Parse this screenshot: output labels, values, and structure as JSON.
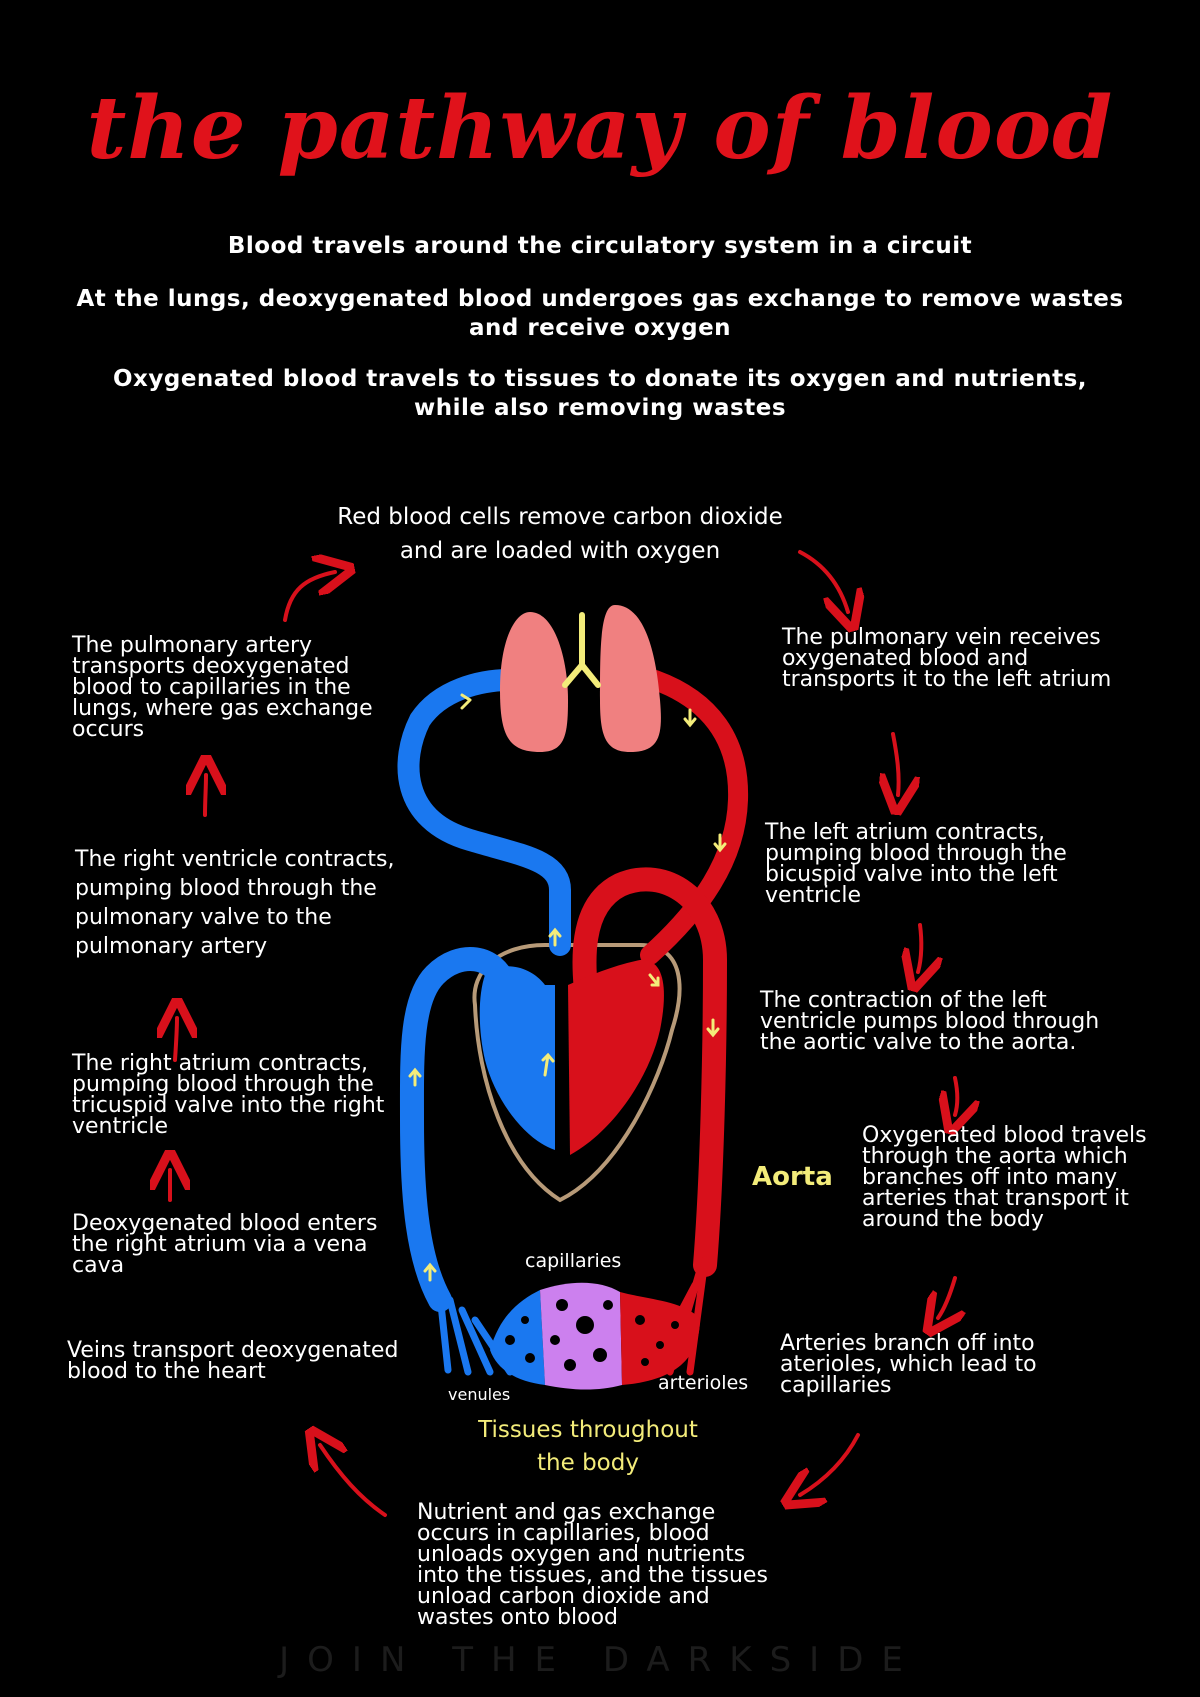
{
  "title": "the pathway of blood",
  "intro": [
    "Blood travels around the circulatory system in a circuit",
    "At the lungs, deoxygenated blood undergoes gas exchange to remove wastes and receive oxygen",
    "Oxygenated blood travels to tissues to donate its oxygen and nutrients, while also removing wastes"
  ],
  "steps": {
    "lungs_exchange": "Red blood cells remove carbon dioxide and are loaded with oxygen",
    "pulmonary_vein": "The pulmonary vein receives oxygenated blood and transports it to the left atrium",
    "left_atrium": "The left atrium contracts, pumping blood through the bicuspid valve into the left ventricle",
    "left_ventricle": "The contraction of the left ventricle pumps blood through the aortic valve to the aorta.",
    "aorta": "Oxygenated blood travels through the aorta which branches off into many arteries that transport it around the body",
    "arteries": "Arteries branch off into aterioles, which lead to capillaries",
    "capillaries": "Nutrient and gas exchange occurs in capillaries, blood unloads oxygen and nutrients into the tissues, and the tissues unload carbon dioxide and wastes onto blood",
    "veins": "Veins transport deoxygenated blood to the heart",
    "vena_cava": "Deoxygenated blood enters the right atrium via a vena cava",
    "right_atrium": "The right atrium contracts, pumping blood through the tricuspid valve into the right ventricle",
    "right_ventricle": "The right ventricle contracts, pumping blood through the pulmonary valve to the pulmonary artery",
    "pulmonary_artery": "The pulmonary artery transports deoxygenated blood to capillaries in the lungs, where gas exchange occurs"
  },
  "labels": {
    "aorta": "Aorta",
    "capillaries": "capillaries",
    "venules": "venules",
    "arterioles": "arterioles",
    "tissues": "Tissues throughout the body"
  },
  "footer": "JOIN THE DARKSIDE",
  "colors": {
    "background": "#000000",
    "title_red": "#e0121b",
    "oxygenated": "#d8101b",
    "deoxygenated": "#1a78f0",
    "lungs": "#f08080",
    "tissue": "#cc80ee",
    "heart_outline": "#b79a78",
    "yellow_label": "#f3ec7a"
  }
}
